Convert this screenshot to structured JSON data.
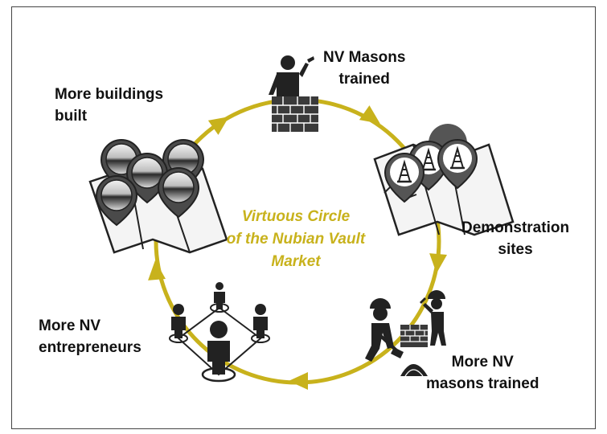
{
  "colors": {
    "accent": "#c8b21c",
    "dark": "#222222",
    "pin": "#555555",
    "map": "#f4f4f4"
  },
  "center_title": {
    "line1": "Virtuous Circle",
    "line2": "of the Nubian Vault",
    "line3": "Market"
  },
  "stages": {
    "nv_masons_trained": {
      "line1": "NV Masons",
      "line2": "trained",
      "icon": "mason-on-brick-wall-icon"
    },
    "demonstration_sites": {
      "line1": "Demonstration",
      "line2": "sites",
      "icon": "map-with-construction-pins-icon"
    },
    "more_nv_masons_trained": {
      "line1": "More NV",
      "line2": "masons trained",
      "icon": "mason-workers-with-shovel-icon"
    },
    "more_nv_entrepreneurs": {
      "line1": "More NV",
      "line2": "entrepreneurs",
      "icon": "network-of-people-icon"
    },
    "more_buildings_built": {
      "line1": "More buildings",
      "line2": "built",
      "icon": "map-with-building-pins-icon"
    }
  }
}
